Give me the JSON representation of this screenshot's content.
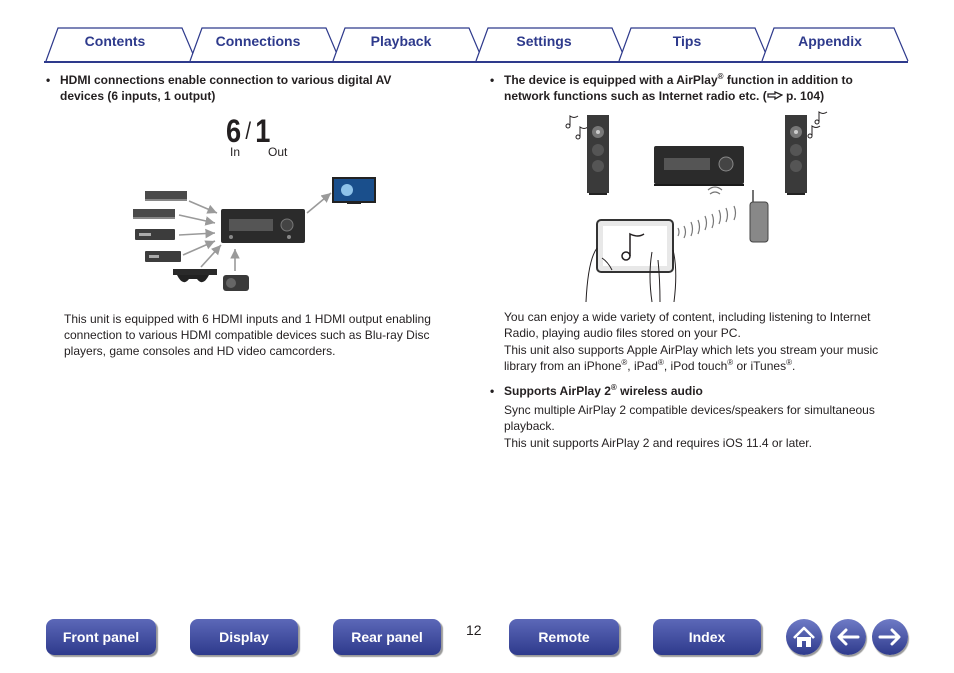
{
  "tabs": [
    {
      "label": "Contents"
    },
    {
      "label": "Connections"
    },
    {
      "label": "Playback"
    },
    {
      "label": "Settings"
    },
    {
      "label": "Tips"
    },
    {
      "label": "Appendix"
    }
  ],
  "left": {
    "bullet": "•",
    "heading_line1": "HDMI connections enable connection to various digital AV",
    "heading_line2": "devices (6 inputs, 1 output)",
    "inputs": "6",
    "slash": "/",
    "outputs": "1",
    "in_label": "In",
    "out_label": "Out",
    "para_line1": "This unit is equipped with 6 HDMI inputs and 1 HDMI output enabling",
    "para_line2": "connection to various HDMI compatible devices such as Blu-ray Disc",
    "para_line3": "players, game consoles and HD video camcorders."
  },
  "right": {
    "bullet": "•",
    "heading_line1_a": "The device is equipped with a AirPlay",
    "heading_line1_reg": "®",
    "heading_line1_b": " function in addition to",
    "heading_line2_a": "network functions such as Internet radio etc.  (",
    "heading_line2_ref": " p. 104)",
    "para1_line1": "You can enjoy a wide variety of content, including listening to Internet",
    "para1_line2": "Radio, playing audio files stored on your PC.",
    "para2_line1": "This unit also supports Apple AirPlay which lets you stream your music",
    "para2_line2_a": "library from an iPhone",
    "para2_line2_b": ", iPad",
    "para2_line2_c": ", iPod touch",
    "para2_line2_d": " or iTunes",
    "para2_line2_e": ".",
    "reg": "®",
    "sub_heading_a": "Supports AirPlay 2",
    "sub_heading_b": " wireless audio",
    "para3_line1": "Sync multiple AirPlay 2 compatible devices/speakers for simultaneous",
    "para3_line2": "playback.",
    "para4": "This unit supports AirPlay 2 and requires iOS 11.4 or later."
  },
  "page_number": "12",
  "bottom_nav": [
    {
      "label": "Front panel"
    },
    {
      "label": "Display"
    },
    {
      "label": "Rear panel"
    },
    {
      "label": "Remote"
    },
    {
      "label": "Index"
    }
  ],
  "icons": {
    "home": "home-icon",
    "back": "arrow-left-icon",
    "forward": "arrow-right-icon",
    "reference": "pointing-hand-icon"
  },
  "colors": {
    "brand": "#2e3a8c",
    "tab_fill": "#ffffff",
    "button_light": "#5c68b8"
  }
}
